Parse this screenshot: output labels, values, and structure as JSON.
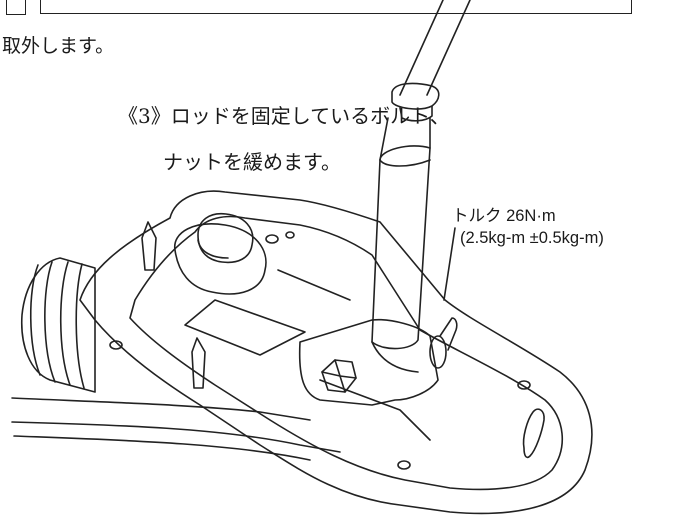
{
  "instructions": {
    "step_removal": "取外します。",
    "step3_line1": "《3》ロッドを固定しているボルト、",
    "step3_line2": "ナットを緩めます。"
  },
  "torque_spec": {
    "label": "トルク 26N·m",
    "value_kgm": "(2.5kg-m ±0.5kg-m)"
  }
}
